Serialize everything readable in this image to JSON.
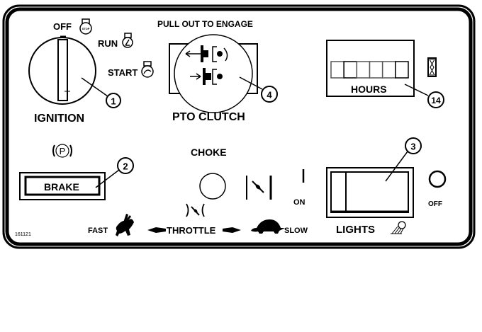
{
  "panel": {
    "figure_id": "161121"
  },
  "ignition": {
    "label": "IGNITION",
    "positions": [
      {
        "label": "OFF",
        "icon": "engine-stop-icon",
        "icon_text": "STOP"
      },
      {
        "label": "RUN",
        "icon": "engine-run-icon"
      },
      {
        "label": "START",
        "icon": "engine-start-icon"
      }
    ],
    "callout": "1"
  },
  "pto": {
    "instruction": "PULL OUT TO ENGAGE",
    "label": "PTO CLUTCH",
    "callout": "4"
  },
  "hour_meter": {
    "label": "HOURS",
    "digit_count": 6,
    "digits": [
      "",
      "",
      "",
      "",
      "",
      ""
    ],
    "icon": "hourglass-icon",
    "callout": "14"
  },
  "brake": {
    "indicator": "P",
    "label": "BRAKE",
    "callout": "2"
  },
  "choke": {
    "label": "CHOKE",
    "on_label": "ON"
  },
  "throttle": {
    "label": "THROTTLE",
    "fast_label": "FAST",
    "slow_label": "SLOW",
    "fast_icon": "rabbit-icon",
    "slow_icon": "turtle-icon"
  },
  "lights": {
    "label": "LIGHTS",
    "off_label": "OFF",
    "callout": "3",
    "icon": "headlight-icon"
  }
}
